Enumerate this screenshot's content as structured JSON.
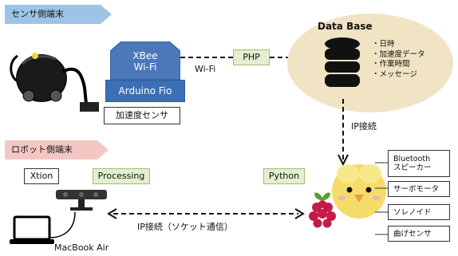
{
  "sensor_terminal": {
    "label": "センサ側端末"
  },
  "robot_terminal": {
    "label": "ロボット側端末"
  },
  "xbee": {
    "line1": "XBee",
    "line2": "Wi-Fi"
  },
  "arduino": {
    "label": "Arduino Fio"
  },
  "accel_sensor": {
    "label": "加速度センサ"
  },
  "wifi_label": "Wi-Fi",
  "php": {
    "label": "PHP"
  },
  "database": {
    "title": "Data Base",
    "items": [
      "日時",
      "加速度データ",
      "作業時間",
      "メッセージ"
    ]
  },
  "ip_connection_label": "IP接続",
  "xtion": {
    "label": "Xtion"
  },
  "processing": {
    "label": "Processing"
  },
  "python": {
    "label": "Python"
  },
  "socket_label": "IP接続（ソケット通信）",
  "macbook": {
    "label": "MacBook Air"
  },
  "robot_parts": [
    "Bluetooth\nスピーカー",
    "サーボモータ",
    "ソレノイド",
    "曲げセンサ"
  ],
  "colors": {
    "sensor_tag": "#9dc3e6",
    "robot_tag": "#f4c7c3",
    "xbee_blue": "#4a78b8",
    "arduino_blue": "#3d6fb5",
    "green_fill": "#e3efd0",
    "db_ellipse": "#f1e4c4"
  }
}
